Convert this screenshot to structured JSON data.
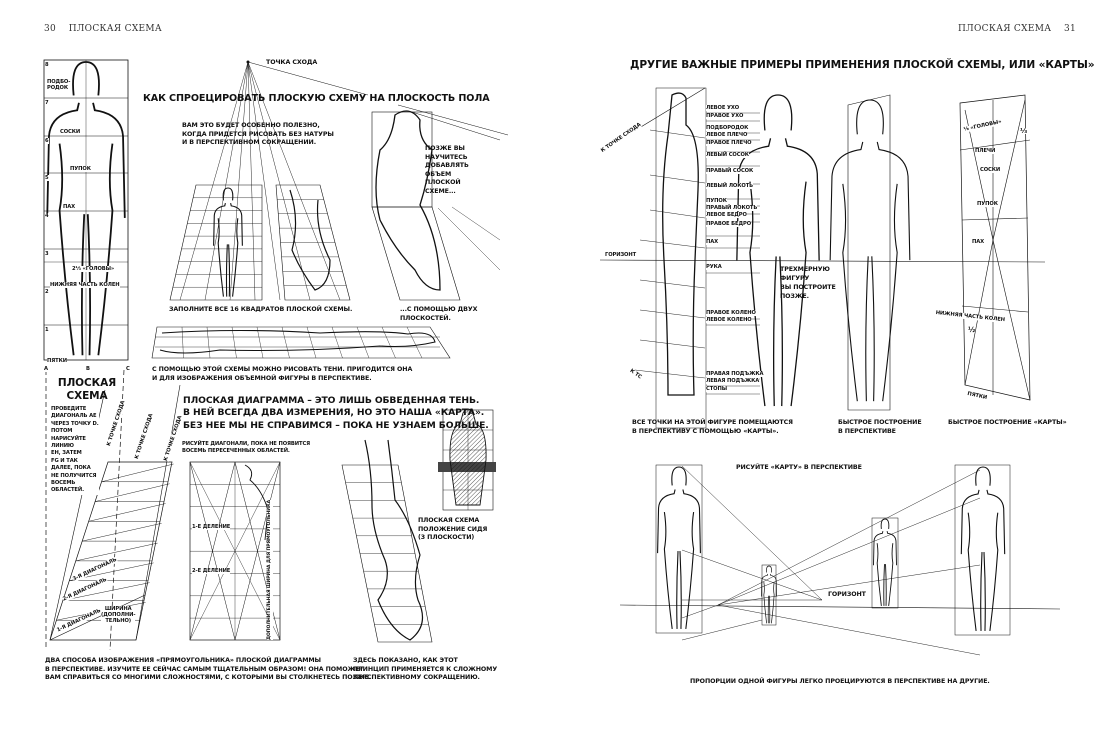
{
  "left_page": {
    "running_head": {
      "number": "30",
      "title": "ПЛОСКАЯ СХЕМА"
    },
    "standing_figure_labels": {
      "chin": [
        "ПОДБО-",
        "РОДОК"
      ],
      "nipples": "СОСКИ",
      "navel": "ПУПОК",
      "crotch": "ПАХ",
      "width": "2⅓ «ГОЛОВЫ»",
      "knees": "НИЖНЯЯ ЧАСТЬ КОЛЕН",
      "heels": "ПЯТКИ",
      "grid_numbers": [
        "8",
        "7",
        "6",
        "5",
        "4",
        "3",
        "2",
        "1"
      ],
      "base_letters": [
        "A",
        "B",
        "C"
      ]
    },
    "vanishing_point_label": "ТОЧКА СХОДА",
    "heading_project": "КАК СПРОЕЦИРОВАТЬ ПЛОСКУЮ СХЕМУ НА ПЛОСКОСТЬ ПОЛА",
    "note_useful": [
      "ВАМ ЭТО БУДЕТ ОСОБЕННО ПОЛЕЗНО,",
      "КОГДА ПРИДЕТСЯ РИСОВАТЬ БЕЗ НАТУРЫ",
      "И В ПЕРСПЕКТИВНОМ СОКРАЩЕНИИ."
    ],
    "note_later": [
      "ПОЗЖЕ ВЫ",
      "НАУЧИТЕСЬ",
      "ДОБАВЛЯТЬ",
      "ОБЪЕМ",
      "ПЛОСКОЙ",
      "СХЕМЕ..."
    ],
    "caption_fill": "ЗАПОЛНИТЕ ВСЕ 16 КВАДРАТОВ ПЛОСКОЙ СХЕМЫ.",
    "caption_two_planes": [
      "...С ПОМОЩЬЮ ДВУХ",
      "ПЛОСКОСТЕЙ."
    ],
    "caption_shadows": [
      "С ПОМОЩЬЮ ЭТОЙ СХЕМЫ МОЖНО РИСОВАТЬ ТЕНИ. ПРИГОДИТСЯ ОНА",
      "И ДЛЯ ИЗОБРАЖЕНИЯ ОБЪЕМНОЙ ФИГУРЫ В ПЕРСПЕКТИВЕ."
    ],
    "section_title": [
      "ПЛОСКАЯ",
      "СХЕМА"
    ],
    "instructions": [
      "ПРОВЕДИТЕ",
      "ДИАГОНАЛЬ AE",
      "ЧЕРЕЗ ТОЧКУ D.",
      "ПОТОМ",
      "НАРИСУЙТЕ",
      "ЛИНИЮ",
      "EH, ЗАТЕМ",
      "FG И ТАК",
      "ДАЛЕЕ, ПОКА",
      "НЕ ПОЛУЧИТСЯ",
      "ВОСЕМЬ",
      "ОБЛАСТЕЙ."
    ],
    "to_vanishing_point": "К ТОЧКЕ СХОДА",
    "diagonal_labels": [
      "1-Я ДИАГОНАЛЬ",
      "2-Я ДИАГОНАЛЬ",
      "3-Я ДИАГОНАЛЬ"
    ],
    "width_note": [
      "ШИРИНА",
      "(ДОПОЛНИ-",
      "ТЕЛЬНО)"
    ],
    "heading_diagram": [
      "ПЛОСКАЯ ДИАГРАММА – ЭТО ЛИШЬ ОБВЕДЕННАЯ ТЕНЬ.",
      "В НЕЙ ВСЕГДА ДВА ИЗМЕРЕНИЯ, НО ЭТО НАША «КАРТА».",
      "БЕЗ НЕЕ МЫ НЕ СПРАВИМСЯ – ПОКА НЕ УЗНАЕМ БОЛЬШЕ."
    ],
    "note_diagonals": [
      "РИСУЙТЕ ДИАГОНАЛИ, ПОКА НЕ ПОЯВИТСЯ",
      "ВОСЕМЬ ПЕРЕСЕЧЕННЫХ ОБЛАСТЕЙ."
    ],
    "division_labels": [
      "1-Е ДЕЛЕНИЕ",
      "2-Е ДЕЛЕНИЕ"
    ],
    "extra_width": "ДОПОЛНИТЕЛЬНАЯ ШИРИНА ДЛЯ ПРЯМОУГОЛЬНИКА",
    "caption_sitting": [
      "ПЛОСКАЯ СХЕМА",
      "ПОЛОЖЕНИЕ СИДЯ",
      "(3 ПЛОСКОСТИ)"
    ],
    "caption_two_ways": [
      "ДВА СПОСОБА ИЗОБРАЖЕНИЯ «ПРЯМОУГОЛЬНИКА» ПЛОСКОЙ ДИАГРАММЫ",
      "В ПЕРСПЕКТИВЕ. ИЗУЧИТЕ ЕЕ СЕЙЧАС САМЫМ ТЩАТЕЛЬНЫМ ОБРАЗОМ! ОНА ПОМОЖЕТ",
      "ВАМ СПРАВИТЬСЯ СО МНОГИМИ СЛОЖНОСТЯМИ, С КОТОРЫМИ ВЫ СТОЛКНЕТЕСЬ ПОЗЖЕ."
    ],
    "caption_principle": [
      "ЗДЕСЬ ПОКАЗАНО, КАК ЭТОТ",
      "ПРИНЦИП ПРИМЕНЯЕТСЯ К СЛОЖНОМУ",
      "ПЕРСПЕКТИВНОМУ СОКРАЩЕНИЮ."
    ]
  },
  "right_page": {
    "running_head": {
      "title": "ПЛОСКАЯ СХЕМА",
      "number": "31"
    },
    "heading": "ДРУГИЕ ВАЖНЫЕ ПРИМЕРЫ ПРИМЕНЕНИЯ ПЛОСКОЙ СХЕМЫ, ИЛИ «КАРТЫ»",
    "to_vp": "К ТОЧКЕ СХОДА",
    "to_vp_short": "К ТС",
    "horizon": "ГОРИЗОНТ",
    "body_points": [
      "ЛЕВОЕ УХО",
      "ПРАВОЕ УХО",
      "ПОДБОРОДОК",
      "ЛЕВОЕ ПЛЕЧО",
      "ПРАВОЕ ПЛЕЧО",
      "ЛЕВЫЙ СОСОК",
      "ПРАВЫЙ СОСОК",
      "ЛЕВЫЙ ЛОКОТЬ",
      "ПУПОК",
      "ПРАВЫЙ ЛОКОТЬ",
      "ЛЕВОЕ БЕДРО",
      "ПРАВОЕ БЕДРО",
      "ПАХ",
      "РУКА",
      "ПРАВОЕ КОЛЕНО",
      "ЛЕВОЕ КОЛЕНО",
      "ПРАВАЯ ПОДЪЖКА",
      "ЛЕВАЯ ПОДЪЖКА",
      "СТОПЫ"
    ],
    "note_3d": [
      "ТРЕХМЕРНУЮ",
      "ФИГУРУ",
      "ВЫ ПОСТРОИТЕ",
      "ПОЗЖЕ."
    ],
    "map_labels": {
      "head": "⅛ «ГОЛОВЫ»",
      "third": "⅓",
      "shoulders": "ПЛЕЧИ",
      "nipples": "СОСКИ",
      "navel": "ПУПОК",
      "crotch": "ПАХ",
      "knees": "НИЖНЯЯ ЧАСТЬ КОЛЕН",
      "half": "½",
      "heels": "ПЯТКИ"
    },
    "caption_all_points": [
      "ВСЕ ТОЧКИ НА ЭТОЙ ФИГУРЕ ПОМЕЩАЮТСЯ",
      "В ПЕРСПЕКТИВУ С ПОМОЩЬЮ «КАРТЫ»."
    ],
    "caption_quick_persp": [
      "БЫСТРОЕ ПОСТРОЕНИЕ",
      "В ПЕРСПЕКТИВЕ"
    ],
    "caption_quick_map": "БЫСТРОЕ ПОСТРОЕНИЕ «КАРТЫ»",
    "draw_map": "РИСУЙТЕ «КАРТУ» В ПЕРСПЕКТИВЕ",
    "caption_proportions": "ПРОПОРЦИИ ОДНОЙ ФИГУРЫ ЛЕГКО ПРОЕЦИРУЮТСЯ В ПЕРСПЕКТИВЕ НА ДРУГИЕ."
  }
}
